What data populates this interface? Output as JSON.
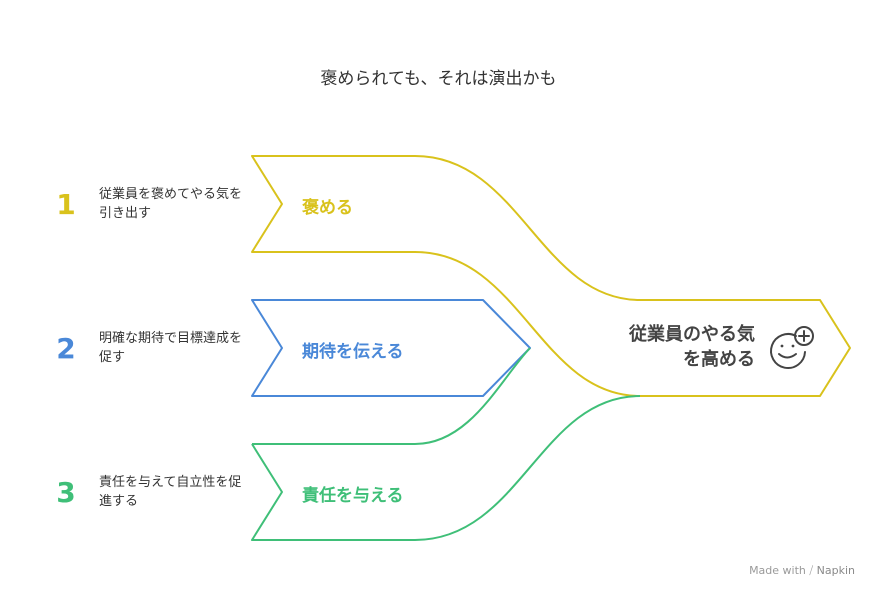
{
  "title": "褒められても、それは演出かも",
  "steps": [
    {
      "number": "1",
      "description": "従業員を褒めてやる気を引き出す",
      "label": "褒める",
      "color": "#d9c21c"
    },
    {
      "number": "2",
      "description": "明確な期待で目標達成を促す",
      "label": "期待を伝える",
      "color": "#4a88d8"
    },
    {
      "number": "3",
      "description": "責任を与えて自立性を促進する",
      "label": "責任を与える",
      "color": "#3fbf78"
    }
  ],
  "result": {
    "line1": "従業員のやる気",
    "line2": "を高める",
    "icon": "smiley-plus-icon",
    "color": "#444444"
  },
  "footer": {
    "made_with": "Made with",
    "brand": "Napkin",
    "brand_icon": "napkin-logo-icon"
  }
}
